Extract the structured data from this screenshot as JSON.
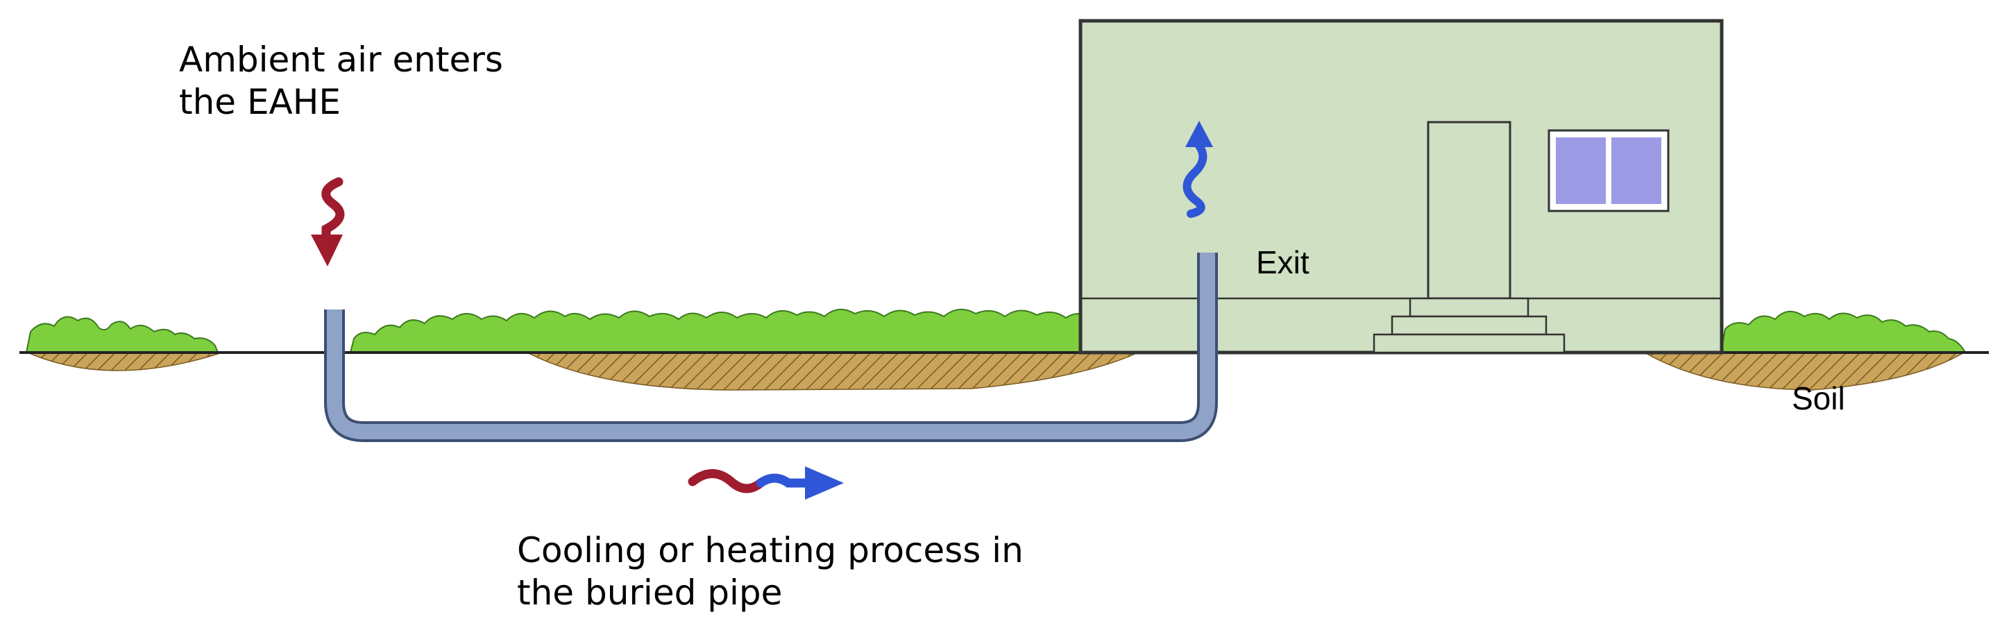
{
  "labels": {
    "ambient_line1": "Ambient air enters",
    "ambient_line2": "the EAHE",
    "process_line1": "Cooling or heating process in",
    "process_line2": "the buried pipe",
    "exit": "Exit",
    "soil": "Soil"
  },
  "colors": {
    "grass": "#7ecf3e",
    "grass_outline": "#3b7a1c",
    "soil": "#c9a45a",
    "soil_hatch": "#7a5a24",
    "building": "#cfe0c3",
    "building_outline": "#333333",
    "pipe": "#8fa3c8",
    "pipe_outline": "#3d4f73",
    "window": "#9d9be6",
    "arrow_warm": "#9e1c2e",
    "arrow_cool": "#2f56d6"
  }
}
